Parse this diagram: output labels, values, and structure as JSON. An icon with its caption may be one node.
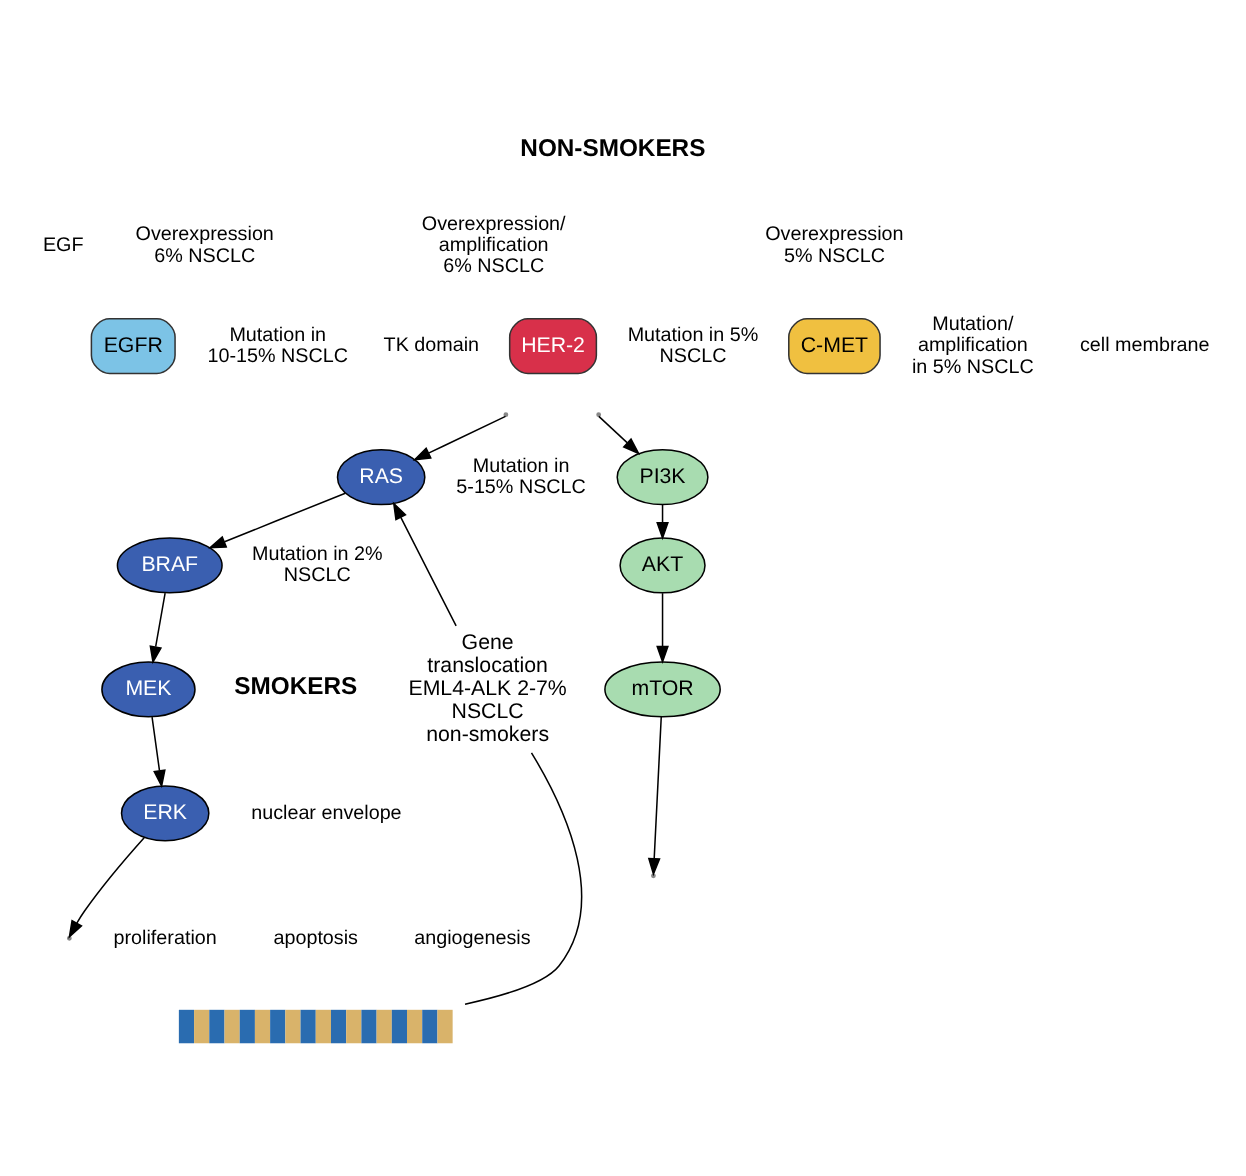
{
  "diagram": {
    "nodes": [
      {
        "text": [
          "EGFR"
        ],
        "beside": [
          "EGF",
          "Overexpression 6% NSCLC",
          "Mutation in 10-15% NSCLC",
          "TK domain"
        ]
      },
      {
        "text": [
          "HER-2"
        ],
        "beside": [
          "Overexpression/ amplification 6% NSCLC",
          "Mutation in 5% NSCLC"
        ]
      },
      {
        "text": [
          "C-MET"
        ],
        "beside": [
          "Overexpression 5% NSCLC",
          "Mutation/ amplification in 5% NSCLC"
        ]
      },
      {
        "text": [
          "RAS"
        ],
        "beside": [
          "Mutation in 5-15% NSCLC"
        ]
      },
      {
        "text": [
          "BRAF"
        ],
        "beside": [
          "Mutation in 2% NSCLC"
        ]
      },
      {
        "text": [
          "MEK"
        ]
      },
      {
        "text": [
          "ERK"
        ]
      },
      {
        "text": [
          "PI3K"
        ]
      },
      {
        "text": [
          "AKT"
        ]
      },
      {
        "text": [
          "mTOR"
        ]
      },
      {
        "text": [],
        "shape": "picture"
      },
      {
        "text": [
          "Gene translocation EML4-ALK 2-7% NSCLC non-smokers"
        ]
      }
    ],
    "edges": [
      {
        "from": null,
        "to": 3,
        "arrow": "to"
      },
      {
        "from": null,
        "to": 7,
        "arrow": "to"
      },
      {
        "from": 3,
        "to": 4,
        "arrow": "to"
      },
      {
        "from": 4,
        "to": 5,
        "arrow": "to"
      },
      {
        "from": 5,
        "to": 6,
        "arrow": "to"
      },
      {
        "from": 7,
        "to": 8,
        "arrow": "to"
      },
      {
        "from": 8,
        "to": 9,
        "arrow": "to"
      },
      {
        "from": 6,
        "to": null,
        "arrow": "to"
      },
      {
        "from": 9,
        "to": null,
        "arrow": "to"
      },
      {
        "from": 10,
        "to": 11,
        "arrow": "none"
      },
      {
        "from": 11,
        "to": 3,
        "arrow": "to"
      }
    ],
    "labels": [
      "NON-SMOKERS",
      "cell membrane",
      "SMOKERS",
      "nuclear envelope",
      "proliferation",
      "apoptosis",
      "angiogenesis"
    ]
  }
}
